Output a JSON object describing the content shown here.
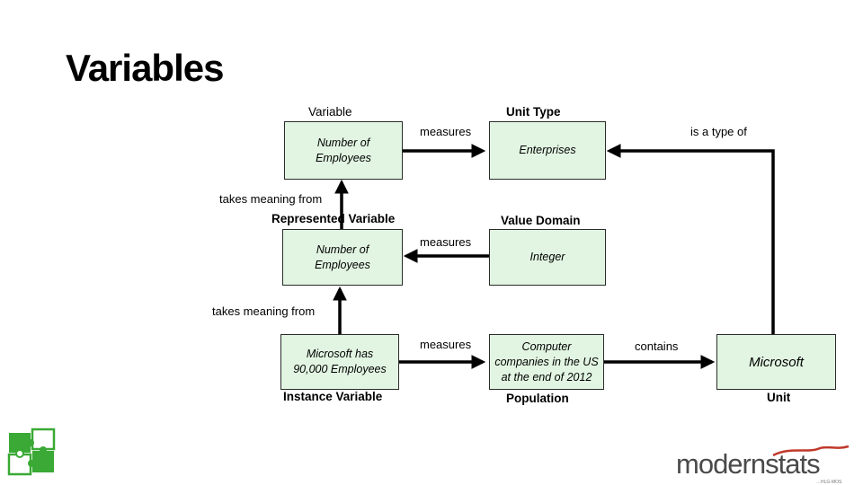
{
  "title": "Variables",
  "headers": {
    "variable": "Variable",
    "unit_type": "Unit Type",
    "represented_variable": "Represented Variable",
    "value_domain": "Value Domain",
    "instance_variable": "Instance Variable",
    "population": "Population",
    "unit": "Unit"
  },
  "boxes": {
    "variable": "Number of\nEmployees",
    "unit_type": "Enterprises",
    "represented_variable": "Number of\nEmployees",
    "value_domain": "Integer",
    "instance_variable": "Microsoft has\n90,000 Employees",
    "population": "Computer\ncompanies in the US\nat the end of 2012",
    "unit": "Microsoft"
  },
  "relations": {
    "measures_1": "measures",
    "measures_2": "measures",
    "measures_3": "measures",
    "takes_meaning_1": "takes meaning from",
    "takes_meaning_2": "takes meaning from",
    "is_a_type_of": "is a type of",
    "contains": "contains"
  },
  "brand": {
    "name": "modernstats",
    "tagline": "…HLG-MOS"
  },
  "colors": {
    "box_fill": "#e2f5e2",
    "puzzle_green": "#3aa935",
    "brand_gray": "#4a4a4a",
    "brand_accent": "#c0392b"
  }
}
